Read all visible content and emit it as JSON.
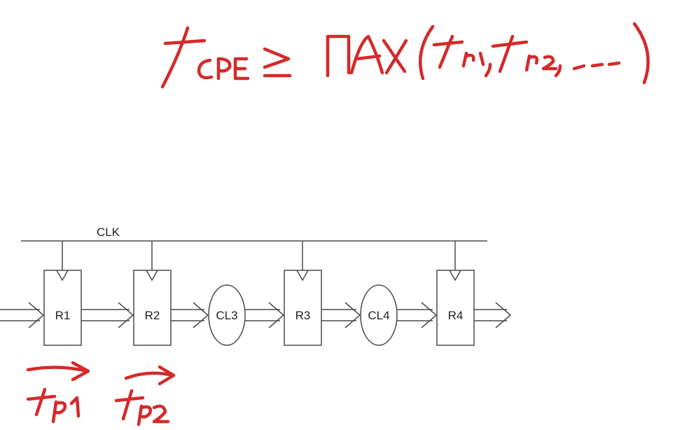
{
  "diagram": {
    "clock_label": "CLK",
    "registers": [
      {
        "id": "R1",
        "label": "R1"
      },
      {
        "id": "R2",
        "label": "R2"
      },
      {
        "id": "R3",
        "label": "R3"
      },
      {
        "id": "R4",
        "label": "R4"
      }
    ],
    "logic_blocks": [
      {
        "id": "CL3",
        "label": "CL3"
      },
      {
        "id": "CL4",
        "label": "CL4"
      }
    ]
  },
  "annotations": {
    "formula": "tCPE ≥ MAX (tp1, tp2, ...)",
    "marks": [
      "tp1",
      "tp2"
    ]
  },
  "colors": {
    "line": "#4a4a4a",
    "ink": "#d42a2a"
  }
}
